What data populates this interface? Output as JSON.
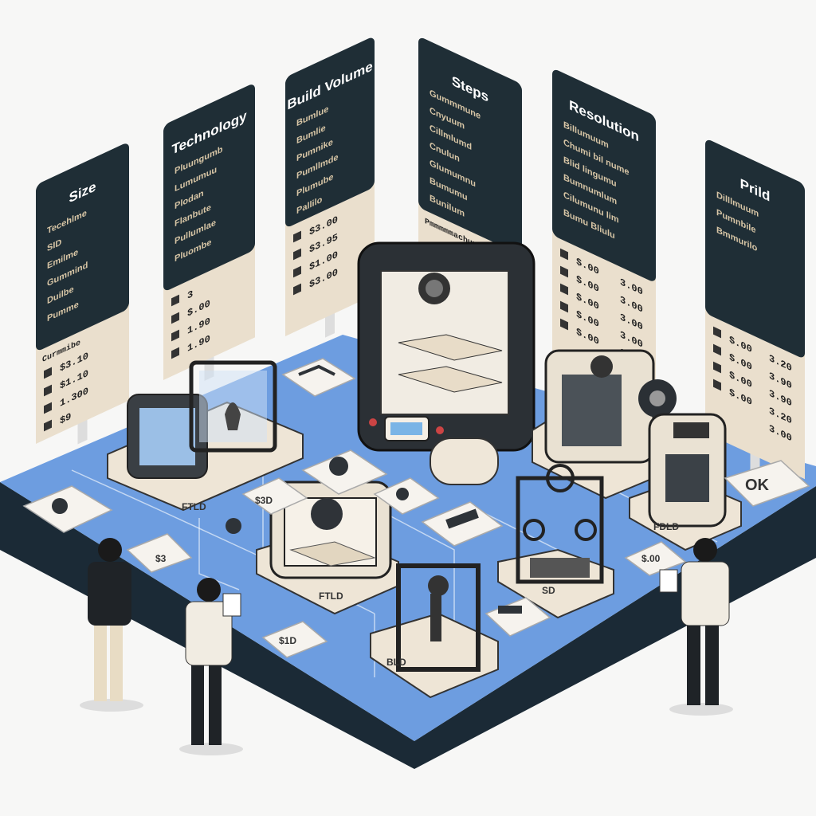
{
  "panels": [
    {
      "title": "Size",
      "items": [
        "Tecehlme",
        "SID",
        "Emilme",
        "Gummind",
        "Duilbe",
        "Pumme"
      ],
      "footer": "Curmmibe",
      "values": [
        "$3.10",
        "$1.10",
        "1.300",
        "$9"
      ]
    },
    {
      "title": "Technology",
      "items": [
        "Pluungumb",
        "Lumumuu",
        "Plodan",
        "Flanbute",
        "Pullumlae",
        "Pluombe"
      ],
      "values": [
        "3",
        "$.00",
        "1.90",
        "1.90"
      ]
    },
    {
      "title": "Build Volume",
      "items": [
        "Bumlue",
        "Bumlie",
        "Pumnike",
        "Pumllmde",
        "Plumube",
        "Pallilo"
      ],
      "values": [
        "$3.00",
        "$3.95",
        "$1.00",
        "$3.00"
      ]
    },
    {
      "title": "Steps",
      "items": [
        "Gummmune",
        "Cnyuum",
        "Cillmlumd",
        "Cnulun",
        "Glumumnu",
        "Bumumu",
        "Bunilum"
      ],
      "footer": "Pmmmmmachup"
    },
    {
      "title": "Resolution",
      "items": [
        "Billumuum",
        "Chumi bil nume",
        "Blid lingumu",
        "Bumnumlum",
        "Cilumunu lim",
        "Bumu Bliulu"
      ],
      "values": [
        "$.00",
        "$.00",
        "$.00",
        "$.00",
        "$.00"
      ],
      "values2": [
        "3.00",
        "3.00",
        "3.00",
        "3.00",
        "2.00"
      ]
    },
    {
      "title": "Prild",
      "items": [
        "Dilllmuum",
        "Pumnbile",
        "Bmmurilo"
      ],
      "values": [
        "$.00",
        "$.00",
        "$.00",
        "$.00"
      ],
      "values2": [
        "3.20",
        "3.90",
        "3.90",
        "3.20",
        "3.00"
      ]
    }
  ],
  "tags": {
    "ftld_left": "FTLD",
    "ftld_center": "FTLD",
    "fdld": "FDLD",
    "bld": "BLD",
    "sd": "SD",
    "price_left": "$3",
    "price_center": "$3D",
    "price_bottom": "$1D",
    "price_right": "$.00",
    "ok": "OK"
  },
  "colors": {
    "platform": "#6d9de0",
    "platform_edge": "#1b2a36",
    "panel_dark": "#1f2e36",
    "panel_light": "#eadfcd"
  }
}
